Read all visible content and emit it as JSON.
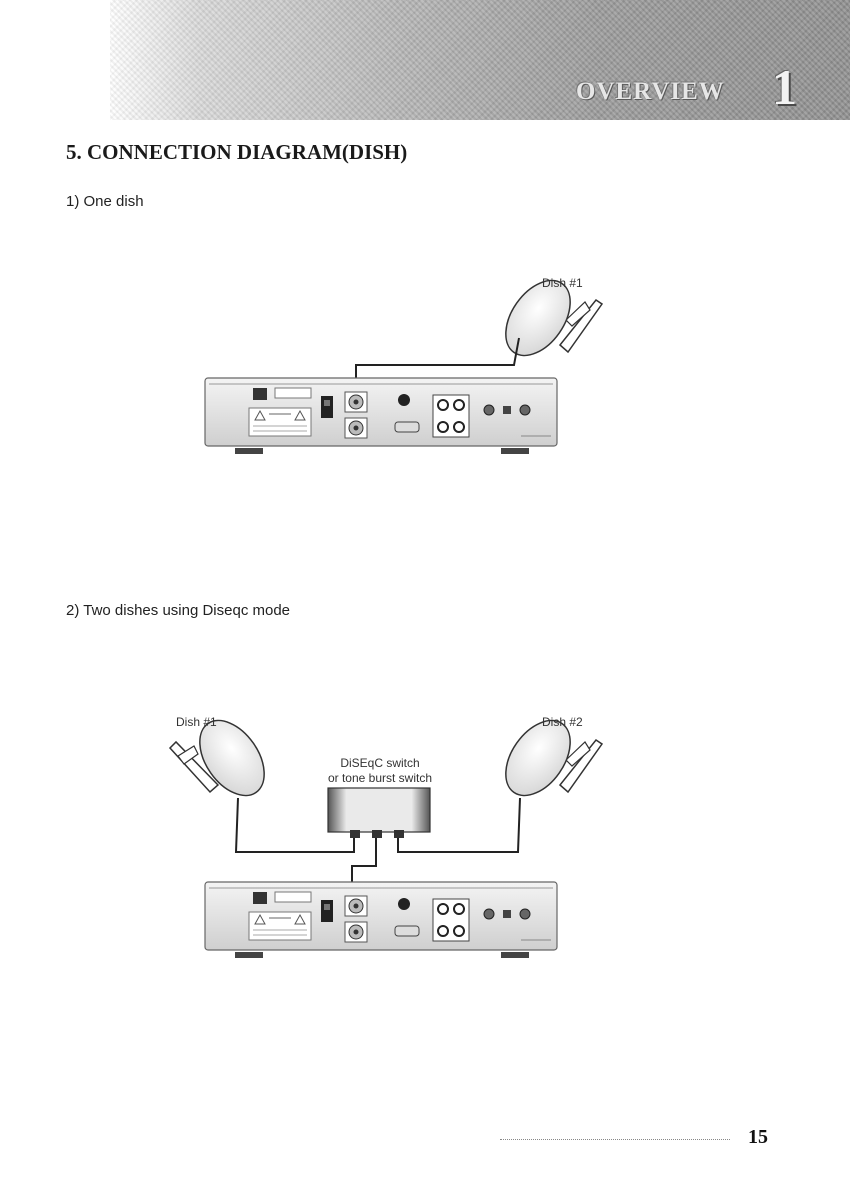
{
  "header": {
    "section_word": "OVERVIEW",
    "section_number": "1"
  },
  "title": "5. CONNECTION DIAGRAM(DISH)",
  "sections": [
    {
      "heading": "1) One dish",
      "labels": {
        "dish1": "Dish #1"
      }
    },
    {
      "heading": "2) Two dishes using Diseqc mode",
      "labels": {
        "dish1": "Dish #1",
        "dish2": "Dish #2",
        "switch_line1": "DiSEqC switch",
        "switch_line2": "or tone burst switch"
      }
    }
  ],
  "footer": {
    "page_number": "15"
  }
}
